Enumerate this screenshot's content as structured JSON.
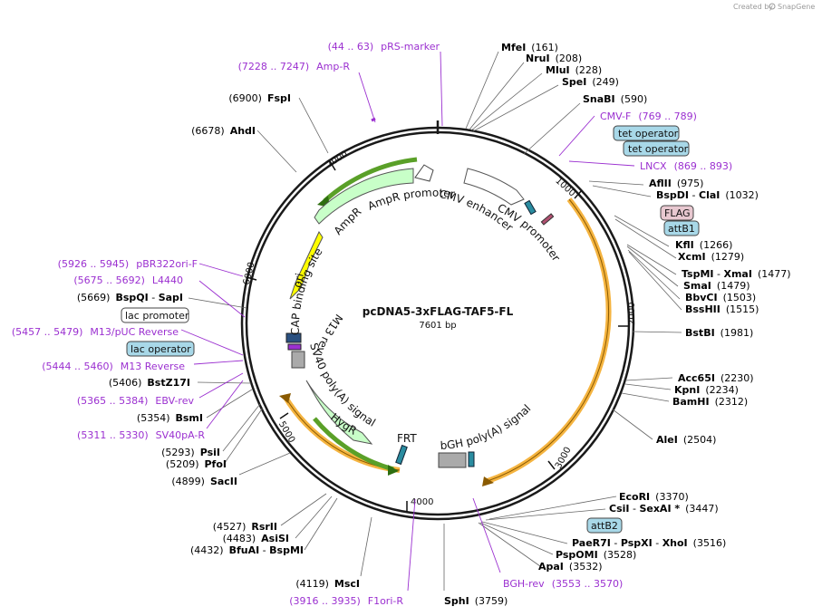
{
  "plasmid": {
    "name": "pcDNA5-3xFLAG-TAF5-FL",
    "size": "7601 bp"
  },
  "credit": {
    "prefix": "Created by",
    "brand": "SnapGene"
  },
  "colors": {
    "primer": "#9b30d0",
    "green_feature": "#c8ffc8",
    "green_arrow": "#5aa028",
    "orange_arrow": "#f5b440",
    "ori": "#ffff00",
    "blue_box": "#a8d8e8",
    "pink_box": "#e8c8d0"
  },
  "ticks": [
    "1000",
    "2000",
    "3000",
    "4000",
    "5000",
    "6000",
    "7000"
  ],
  "sites": [
    {
      "name": "MfeI",
      "pos": "(161)"
    },
    {
      "name": "NruI",
      "pos": "(208)"
    },
    {
      "name": "MluI",
      "pos": "(228)"
    },
    {
      "name": "SpeI",
      "pos": "(249)"
    },
    {
      "name": "SnaBI",
      "pos": "(590)"
    },
    {
      "name": "AflII",
      "pos": "(975)"
    },
    {
      "name": "BspDI",
      "sep": " - ",
      "name2": "ClaI",
      "pos": "(1032)"
    },
    {
      "name": "KflI",
      "pos": "(1266)"
    },
    {
      "name": "XcmI",
      "pos": "(1279)"
    },
    {
      "name": "TspMI",
      "sep": " - ",
      "name2": "XmaI",
      "pos": "(1477)"
    },
    {
      "name": "SmaI",
      "pos": "(1479)"
    },
    {
      "name": "BbvCI",
      "pos": "(1503)"
    },
    {
      "name": "BssHII",
      "pos": "(1515)"
    },
    {
      "name": "BstBI",
      "pos": "(1981)"
    },
    {
      "name": "Acc65I",
      "pos": "(2230)"
    },
    {
      "name": "KpnI",
      "pos": "(2234)"
    },
    {
      "name": "BamHI",
      "pos": "(2312)"
    },
    {
      "name": "AleI",
      "pos": "(2504)"
    },
    {
      "name": "EcoRI",
      "pos": "(3370)"
    },
    {
      "name": "CsiI",
      "sep": " - ",
      "name2": "SexAI *",
      "pos": "(3447)"
    },
    {
      "name": "PaeR7I",
      "sep": " - ",
      "name2": "PspXI",
      "sep2": " - ",
      "name3": "XhoI",
      "pos": "(3516)"
    },
    {
      "name": "PspOMI",
      "pos": "(3528)"
    },
    {
      "name": "ApaI",
      "pos": "(3532)"
    },
    {
      "name": "SphI",
      "pos": "(3759)"
    },
    {
      "name": "MscI",
      "pos": "(4119)"
    },
    {
      "name": "BfuAI",
      "sep": " - ",
      "name2": "BspMI",
      "pos": "(4432)"
    },
    {
      "name": "AsiSI",
      "pos": "(4483)"
    },
    {
      "name": "RsrII",
      "pos": "(4527)"
    },
    {
      "name": "SacII",
      "pos": "(4899)"
    },
    {
      "name": "PfoI",
      "pos": "(5209)"
    },
    {
      "name": "PsiI",
      "pos": "(5293)"
    },
    {
      "name": "BsmI",
      "pos": "(5354)"
    },
    {
      "name": "BstZ17I",
      "pos": "(5406)"
    },
    {
      "name": "BspQI",
      "sep": " - ",
      "name2": "SapI",
      "pos": "(5669)"
    },
    {
      "name": "AhdI",
      "pos": "(6678)"
    },
    {
      "name": "FspI",
      "pos": "(6900)"
    }
  ],
  "primers": [
    {
      "range": "(44 .. 63)",
      "name": "pRS-marker"
    },
    {
      "range": "(7228 .. 7247)",
      "name": "Amp-R"
    },
    {
      "name": "CMV-F",
      "range": "(769 .. 789)"
    },
    {
      "name": "LNCX",
      "range": "(869 .. 893)"
    },
    {
      "name": "BGH-rev",
      "range": "(3553 .. 3570)"
    },
    {
      "range": "(3916 .. 3935)",
      "name": "F1ori-R"
    },
    {
      "range": "(5311 .. 5330)",
      "name": "SV40pA-R"
    },
    {
      "range": "(5365 .. 5384)",
      "name": "EBV-rev"
    },
    {
      "range": "(5444 .. 5460)",
      "name": "M13 Reverse"
    },
    {
      "range": "(5457 .. 5479)",
      "name": "M13/pUC Reverse"
    },
    {
      "range": "(5675 .. 5692)",
      "name": "L4440"
    },
    {
      "range": "(5926 .. 5945)",
      "name": "pBR322ori-F"
    }
  ],
  "boxes": [
    {
      "label": "tet operator"
    },
    {
      "label": "tet operator"
    },
    {
      "label": "FLAG"
    },
    {
      "label": "attB1"
    },
    {
      "label": "attB2"
    },
    {
      "label": "lac promoter"
    },
    {
      "label": "lac operator"
    }
  ],
  "features": {
    "ampr_promoter": "AmpR promoter",
    "ampr": "AmpR",
    "cmv_enhancer": "CMV enhancer",
    "cmv_promoter": "CMV promoter",
    "ori": "ori",
    "cap": "CAP binding site",
    "m13rev": "M13 rev",
    "sv40": "SV40 poly(A) signal",
    "hygr": "HygR",
    "frt": "FRT",
    "bgh": "bGH poly(A) signal"
  }
}
